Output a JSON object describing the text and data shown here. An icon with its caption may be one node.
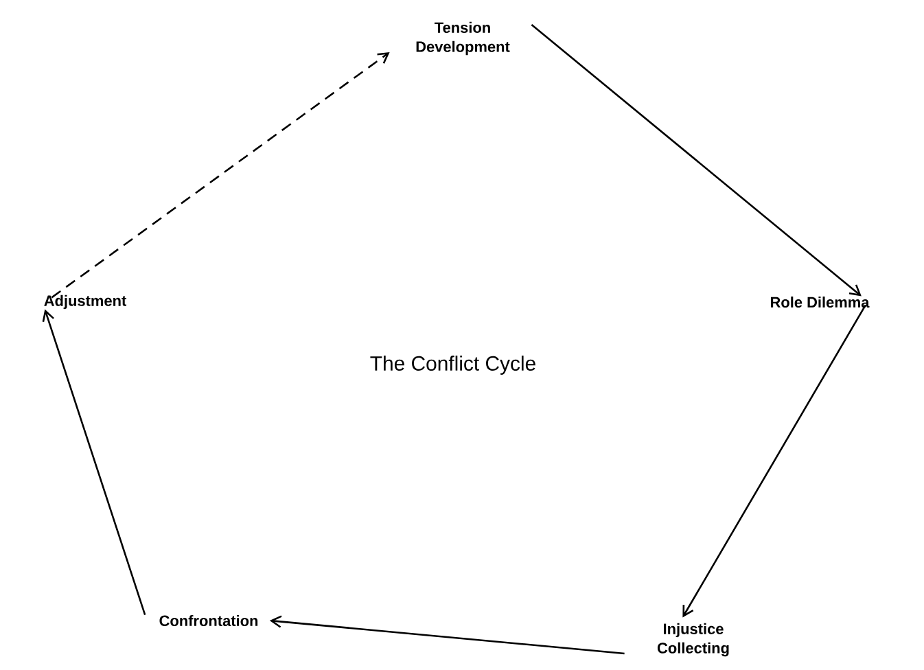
{
  "diagram": {
    "title": "The Conflict Cycle",
    "nodes": [
      {
        "text": [
          "Tension Development"
        ]
      },
      {
        "text": [
          "Role Dilemma"
        ]
      },
      {
        "text": [
          "Injustice Collecting"
        ]
      },
      {
        "text": [
          "Confrontation"
        ]
      },
      {
        "text": [
          "Adjustment"
        ]
      }
    ],
    "edges": [
      {
        "from": 0,
        "to": 1,
        "arrow": "to"
      },
      {
        "from": 1,
        "to": 2,
        "arrow": "to"
      },
      {
        "from": 2,
        "to": 3,
        "arrow": "to"
      },
      {
        "from": 3,
        "to": 4,
        "arrow": "to"
      },
      {
        "from": 4,
        "to": 0,
        "arrow": "to",
        "style": "dashed"
      }
    ]
  }
}
